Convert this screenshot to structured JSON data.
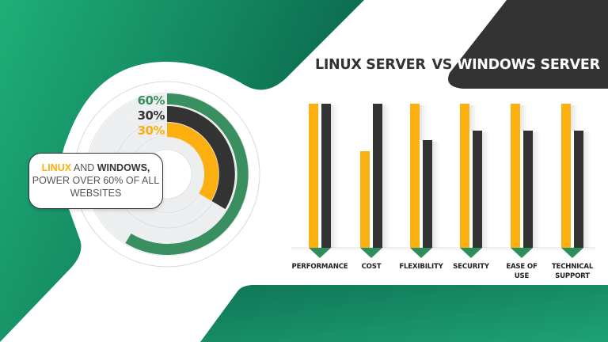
{
  "title": {
    "left": "LINUX SERVER",
    "vs": "VS",
    "right": "WINDOWS SERVER"
  },
  "callout": {
    "linux": "LINUX",
    "and": "AND",
    "windows": "WINDOWS,",
    "line2": "POWER OVER 60% OF ALL",
    "line3": "WEBSITES"
  },
  "radial": {
    "labels": [
      {
        "text": "60%",
        "color": "#3a8f60"
      },
      {
        "text": "30%",
        "color": "#333333"
      },
      {
        "text": "30%",
        "color": "#fcb00f"
      }
    ]
  },
  "colors": {
    "linux": "#fcb00f",
    "windows": "#333333",
    "green": "#2f8f5c",
    "green_dark": "#0e6b4f",
    "green_light": "#22b07a",
    "track": "#eceeef"
  },
  "chart_data": [
    {
      "type": "radial_bar",
      "title": "Linux and Windows power over 60% of all websites",
      "series": [
        {
          "name": "Total (Linux + Windows)",
          "value": 60,
          "color": "#3a8f60"
        },
        {
          "name": "Windows",
          "value": 30,
          "color": "#333333"
        },
        {
          "name": "Linux",
          "value": 30,
          "color": "#fcb00f"
        }
      ],
      "unit": "%"
    },
    {
      "type": "bar",
      "title": "LINUX SERVER VS WINDOWS SERVER",
      "categories": [
        "PERFORMANCE",
        "COST",
        "FLEXIBILITY",
        "SECURITY",
        "EASE OF USE",
        "TECHNICAL SUPPORT"
      ],
      "series": [
        {
          "name": "Linux Server",
          "color": "#fcb00f",
          "values": [
            100,
            67,
            100,
            100,
            100,
            100
          ]
        },
        {
          "name": "Windows Server",
          "color": "#333333",
          "values": [
            100,
            100,
            75,
            82,
            82,
            82
          ]
        }
      ],
      "xlabel": "",
      "ylabel": "",
      "ylim": [
        0,
        100
      ],
      "grid": false,
      "legend": "none (title color-coded)"
    }
  ]
}
